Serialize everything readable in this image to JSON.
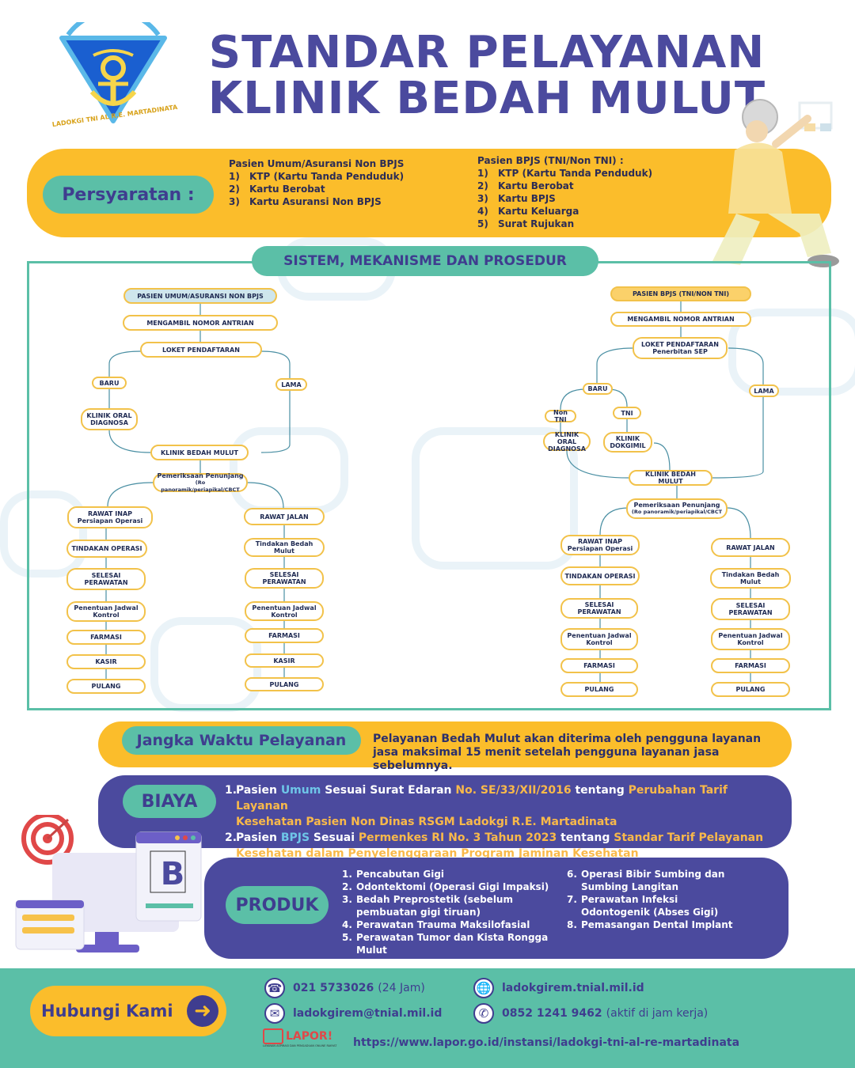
{
  "header": {
    "logo_text": "LADOKGI TNI AL R.E. MARTADINATA",
    "title_line1": "STANDAR PELAYANAN",
    "title_line2": "KLINIK BEDAH MULUT"
  },
  "requirements": {
    "label": "Persyaratan :",
    "umum": {
      "heading": "Pasien Umum/Asuransi Non BPJS",
      "items": [
        {
          "n": "1)",
          "t": "KTP (Kartu Tanda Penduduk)"
        },
        {
          "n": "2)",
          "t": "Kartu Berobat"
        },
        {
          "n": "3)",
          "t": "Kartu Asuransi Non BPJS"
        }
      ]
    },
    "bpjs": {
      "heading": "Pasien BPJS (TNI/Non TNI) :",
      "items": [
        {
          "n": "1)",
          "t": "KTP (Kartu Tanda Penduduk)"
        },
        {
          "n": "2)",
          "t": "Kartu Berobat"
        },
        {
          "n": "3)",
          "t": "Kartu BPJS"
        },
        {
          "n": "4)",
          "t": "Kartu Keluarga"
        },
        {
          "n": "5)",
          "t": "Surat Rujukan"
        }
      ]
    }
  },
  "flow": {
    "heading": "SISTEM, MEKANISME DAN PROSEDUR",
    "left": {
      "start": "PASIEN UMUM/ASURANSI NON BPJS",
      "antrian": "MENGAMBIL NOMOR ANTRIAN",
      "loket": "LOKET PENDAFTARAN",
      "baru": "BARU",
      "lama": "LAMA",
      "oral": "KLINIK ORAL DIAGNOSA",
      "klinik": "KLINIK BEDAH MULUT",
      "periksa": "Pemeriksaan Penunjang",
      "periksa_sub": "(Ro panoramik/periapikal/CBCT",
      "inap": "RAWAT INAP",
      "inap_sub": "Persiapan Operasi",
      "jalan": "RAWAT JALAN",
      "a": [
        "TINDAKAN OPERASI",
        "SELESAI PERAWATAN",
        "Penentuan Jadwal Kontrol",
        "FARMASI",
        "KASIR",
        "PULANG"
      ],
      "b": [
        "Tindakan Bedah Mulut",
        "SELESAI PERAWATAN",
        "Penentuan Jadwal Kontrol",
        "FARMASI",
        "KASIR",
        "PULANG"
      ]
    },
    "right": {
      "start": "PASIEN BPJS (TNI/NON TNI)",
      "antrian": "MENGAMBIL NOMOR ANTRIAN",
      "loket": "LOKET PENDAFTARAN",
      "loket_sub": "Penerbitan SEP",
      "baru": "BARU",
      "lama": "LAMA",
      "nontni": "Non TNI",
      "tni": "TNI",
      "oral": "KLINIK ORAL DIAGNOSA",
      "dokgimil": "KLINIK DOKGIMIL",
      "klinik": "KLINIK BEDAH MULUT",
      "periksa": "Pemeriksaan Penunjang",
      "periksa_sub": "(Ro panoramik/periapikal/CBCT",
      "inap": "RAWAT INAP",
      "inap_sub": "Persiapan Operasi",
      "jalan": "RAWAT JALAN",
      "a": [
        "TINDAKAN OPERASI",
        "SELESAI PERAWATAN",
        "Penentuan Jadwal Kontrol",
        "FARMASI",
        "PULANG"
      ],
      "b": [
        "Tindakan Bedah Mulut",
        "SELESAI PERAWATAN",
        "Penentuan Jadwal Kontrol",
        "FARMASI",
        "PULANG"
      ]
    }
  },
  "time": {
    "label": "Jangka Waktu Pelayanan",
    "text": "Pelayanan Bedah Mulut akan diterima oleh pengguna layanan jasa maksimal 15 menit setelah pengguna layanan jasa sebelumnya."
  },
  "biaya": {
    "label": "BIAYA",
    "line1": {
      "n": "1.",
      "a": "Pasien ",
      "b": "Umum",
      "c": " Sesuai Surat Edaran ",
      "d": "No. SE/33/XII/2016",
      "e": " tentang ",
      "f": "Perubahan Tarif Layanan",
      "g": "Kesehatan Pasien Non Dinas RSGM Ladokgi R.E. Martadinata"
    },
    "line2": {
      "n": "2.",
      "a": "Pasien ",
      "b": "BPJS",
      "c": " Sesuai ",
      "d": "Permenkes RI No. 3 Tahun 2023",
      "e": " tentang ",
      "f": "Standar Tarif Pelayanan",
      "g": "Kesehatan dalam Penyelenggaraan Program Jaminan Kesehatan"
    }
  },
  "produk": {
    "label": "PRODUK",
    "left": [
      {
        "n": "1.",
        "t": "Pencabutan Gigi"
      },
      {
        "n": "2.",
        "t": "Odontektomi (Operasi Gigi Impaksi)"
      },
      {
        "n": "3.",
        "t": "Bedah Preprostetik (sebelum pembuatan gigi tiruan)"
      },
      {
        "n": "4.",
        "t": "Perawatan Trauma Maksilofasial"
      },
      {
        "n": "5.",
        "t": "Perawatan Tumor dan Kista Rongga Mulut"
      }
    ],
    "right": [
      {
        "n": "6.",
        "t": "Operasi Bibir Sumbing dan Sumbing Langitan"
      },
      {
        "n": "7.",
        "t": "Perawatan Infeksi Odontogenik (Abses Gigi)"
      },
      {
        "n": "8.",
        "t": "Pemasangan Dental Implant"
      }
    ],
    "illus_letter": "B"
  },
  "footer": {
    "contact_label": "Hubungi Kami",
    "phone": "021 5733026",
    "phone_note": "(24 Jam)",
    "email": "ladokgirem@tnial.mil.id",
    "web": "ladokgirem.tnial.mil.id",
    "wa": "0852 1241 9462",
    "wa_note": "(aktif di jam kerja)",
    "lapor_logo": "LAPOR!",
    "lapor_tag": "LAYANAN ASPIRASI DAN PENGADUAN ONLINE RAKYAT",
    "lapor_url": "https://www.lapor.go.id/instansi/ladokgi-tni-al-re-martadinata"
  },
  "colors": {
    "navy": "#4b4a9e",
    "yellow": "#fbbd2b",
    "teal": "#5bbfa7"
  }
}
